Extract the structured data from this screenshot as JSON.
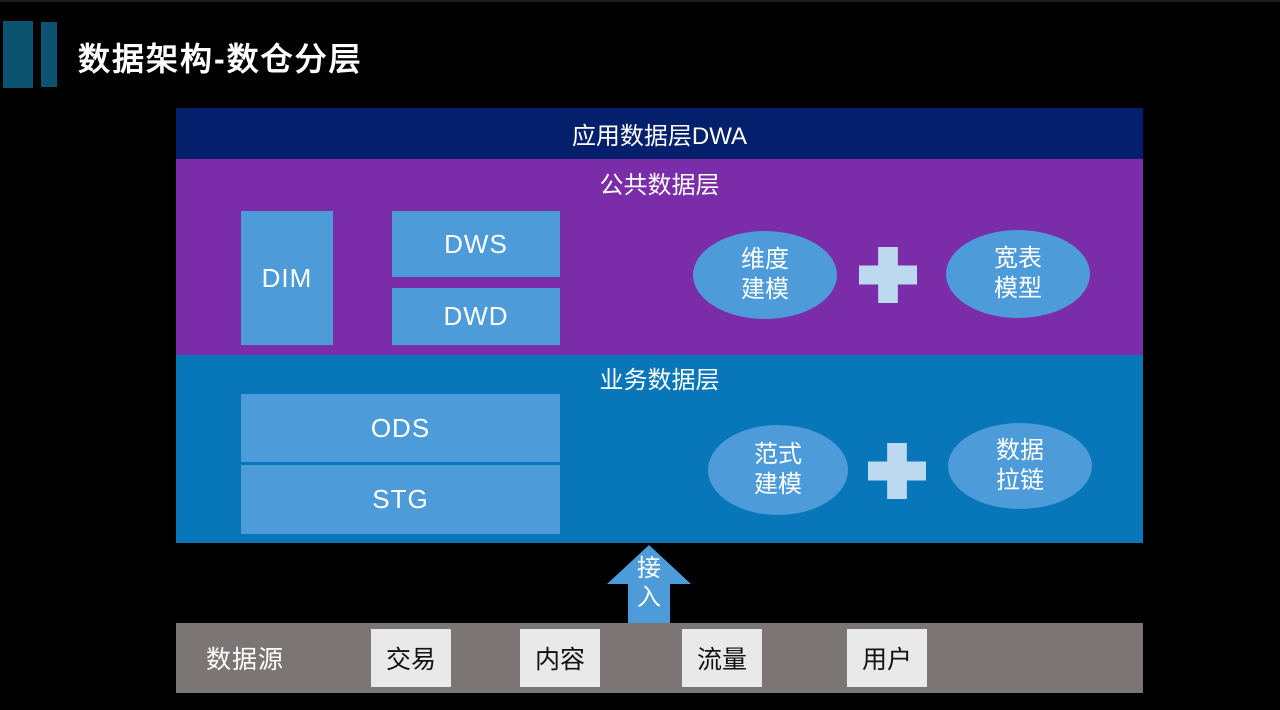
{
  "title": "数据架构-数仓分层",
  "colors": {
    "background": "#000000",
    "accent_teal": "#0b536e",
    "app_layer_navy": "#041f6b",
    "common_layer_purple": "#7b2ca9",
    "business_layer_blue": "#0877b9",
    "inner_box_blue": "#4d9cd9",
    "plus_light_blue": "#bdd9ef",
    "source_bar_gray": "#7b7575",
    "source_box_white": "#e9e9e9",
    "text_white": "#ffffff",
    "text_black": "#111111"
  },
  "diagram": {
    "app_layer": {
      "label": "应用数据层DWA"
    },
    "common_layer": {
      "label": "公共数据层",
      "boxes": [
        {
          "label": "DIM"
        },
        {
          "label": "DWS"
        },
        {
          "label": "DWD"
        }
      ],
      "ellipses": [
        {
          "line1": "维度",
          "line2": "建模"
        },
        {
          "line1": "宽表",
          "line2": "模型"
        }
      ],
      "plus_icon": "plus-sign"
    },
    "business_layer": {
      "label": "业务数据层",
      "boxes": [
        {
          "label": "ODS"
        },
        {
          "label": "STG"
        }
      ],
      "ellipses": [
        {
          "line1": "范式",
          "line2": "建模"
        },
        {
          "line1": "数据",
          "line2": "拉链"
        }
      ],
      "plus_icon": "plus-sign"
    },
    "arrow": {
      "char1": "接",
      "char2": "入"
    },
    "source_bar": {
      "label": "数据源",
      "items": [
        "交易",
        "内容",
        "流量",
        "用户"
      ]
    }
  }
}
